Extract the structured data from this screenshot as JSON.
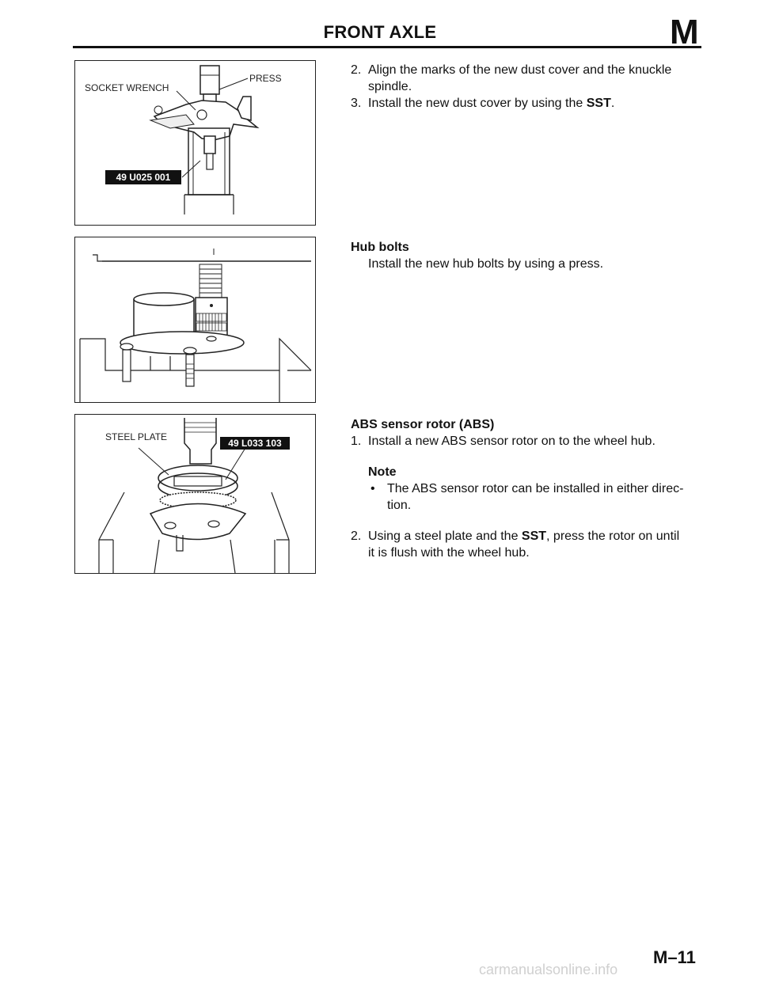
{
  "header": {
    "title": "FRONT AXLE",
    "section_letter": "M"
  },
  "figures": [
    {
      "labels": [
        "SOCKET WRENCH",
        "PRESS"
      ],
      "tool_tag": "49 U025 001"
    },
    {
      "labels": [],
      "tool_tag": ""
    },
    {
      "labels": [
        "STEEL PLATE"
      ],
      "tool_tag": "49 L033 103"
    }
  ],
  "dust_cover": {
    "step2_num": "2.",
    "step2_text": "Align the marks of the new dust cover and the knuckle spindle.",
    "step3_num": "3.",
    "step3_text": "Install the new dust cover by using the ",
    "step3_bold": "SST",
    "step3_end": "."
  },
  "hub_bolts": {
    "heading": "Hub bolts",
    "text": "Install the new hub bolts by using a press."
  },
  "abs": {
    "heading": "ABS sensor rotor (ABS)",
    "step1_num": "1.",
    "step1_text": "Install a new ABS sensor rotor on to the wheel hub.",
    "note_heading": "Note",
    "bullet_symbol": "•",
    "note_line1": "The ABS sensor rotor can be installed in either direc-",
    "note_line2": "tion.",
    "step2_num": "2.",
    "step2_text_a": "Using a steel plate and the ",
    "step2_bold": "SST",
    "step2_text_b": ", press the rotor on until",
    "step2_line2": "it is flush with the wheel hub."
  },
  "footer": {
    "page_number": "M–11",
    "watermark": "carmanualsonline.info"
  }
}
